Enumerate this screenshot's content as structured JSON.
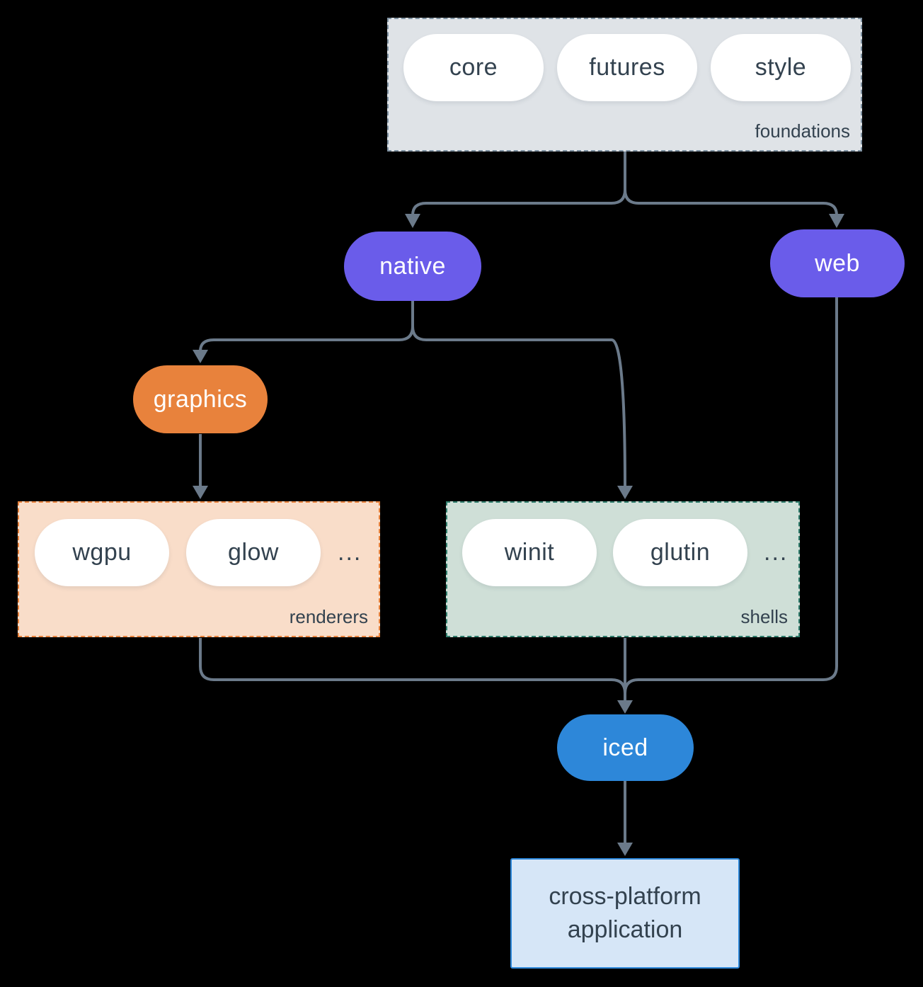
{
  "nodes": {
    "core": "core",
    "futures": "futures",
    "style": "style",
    "native": "native",
    "web": "web",
    "graphics": "graphics",
    "wgpu": "wgpu",
    "glow": "glow",
    "winit": "winit",
    "glutin": "glutin",
    "iced": "iced",
    "application": "cross-platform application"
  },
  "groups": {
    "foundations": {
      "label": "foundations"
    },
    "renderers": {
      "label": "renderers",
      "ellipsis": "..."
    },
    "shells": {
      "label": "shells",
      "ellipsis": "..."
    }
  },
  "colors": {
    "background": "#000000",
    "arrow": "#6b7a8a",
    "text_dark": "#33424f",
    "purple": "#6a5cea",
    "orange": "#e8823c",
    "blue": "#2d87d9",
    "foundations_fill": "#dfe3e7",
    "foundations_border": "#8093a3",
    "renderers_fill": "#f9ddc9",
    "shells_fill": "#cfdfd7",
    "shells_border": "#2f7d6c",
    "app_fill": "#d6e6f7",
    "white_pill": "#ffffff"
  }
}
